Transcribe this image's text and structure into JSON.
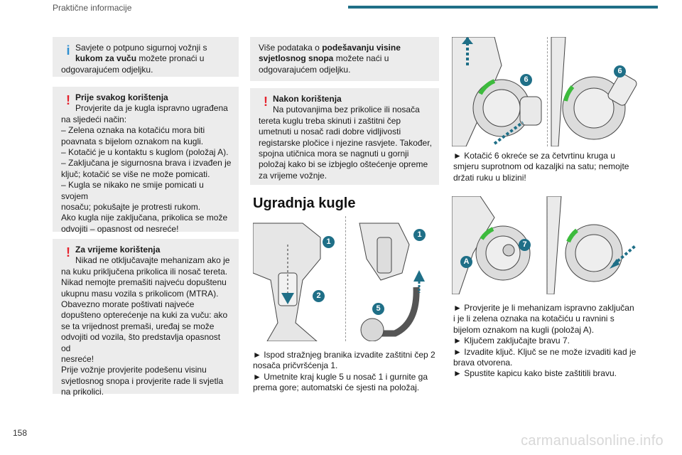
{
  "header": {
    "title": "Praktične informacije"
  },
  "page_number": "158",
  "watermark": "carmanualsonline.info",
  "col1": {
    "info_box": {
      "line1": "Savjete o potpuno sigurnoj vožnji s",
      "bold": "kukom za vuču",
      "line2": " možete pronaći u",
      "line3": "odgovarajućem odjeljku."
    },
    "warn1": {
      "title": "Prije svakog korištenja",
      "text": "Provjerite da je kugla ispravno ugrađena\nna sljedeći način:\n–  Zelena oznaka na kotačiću mora biti\npoavnata s bijelom oznakom na kugli.\n–  Kotačić je u kontaktu s kuglom (položaj A).\n–  Zaključana je sigurnosna brava i izvađen je\nključ; kotačić se više ne može pomicati.\n–  Kugla se nikako ne smije pomicati u svojem\nnosaču; pokušajte je protresti rukom.\nAko kugla nije zaključana, prikolica se može\nodvojiti – opasnost od nesreće!"
    },
    "warn2": {
      "title": "Za vrijeme korištenja",
      "text": "Nikad ne otključavajte mehanizam ako je\nna kuku priključena prikolica ili nosač tereta.\nNikad nemojte premašiti najveću dopuštenu\nukupnu masu vozila s prikolicom (MTRA).\nObavezno morate poštivati najveće\ndopušteno opterećenje na kuki za vuču: ako\nse ta vrijednost premaši, uređaj se može\nodvojiti od vozila, što predstavlja opasnost od\nnesreće!\nPrije vožnje provjerite podešenu visinu\nsvjetlosnog snopa i provjerite rade li svjetla\nna prikolici."
    }
  },
  "col2": {
    "info_box": {
      "line1": "Više podataka o ",
      "bold": "podešavanju visine\nsvjetlosnog snopa",
      "line2": " možete naći u\nodgovarajućem odjeljku."
    },
    "warn": {
      "title": "Nakon korištenja",
      "text": "Na putovanjima bez prikolice ili nosača\ntereta kuglu treba skinuti i zaštitni čep\numetnuti u nosač radi dobre vidljivosti\nregistarske pločice i njezine rasvjete. Također,\nspojna utičnica mora se nagnuti u gornji\npoložaj kako bi se izbjeglo oštećenje opreme\nza vrijeme vožnje."
    },
    "section_title": "Ugradnja kugle",
    "badges": [
      "1",
      "2",
      "1",
      "5"
    ],
    "steps": "►  Ispod stražnjeg branika izvadite zaštitni čep 2\nnosača pričvršćenja 1.\n►  Umetnite kraj kugle 5 u nosač 1 i gurnite ga\nprema gore; automatski će sjesti na položaj."
  },
  "col3": {
    "badges_top": [
      "6",
      "6"
    ],
    "step_top": "►  Kotačić 6 okreće se za četvrtinu kruga u\nsmjeru suprotnom od kazaljki na satu; nemojte\ndržati ruku u blizini!",
    "badges_bottom": [
      "7",
      "A"
    ],
    "steps_bottom": "►  Provjerite je li mehanizam ispravno zaključan\ni je li zelena oznaka na kotačiću u ravnini s\nbijelom oznakom na kugli (položaj A).\n►  Ključem zaključajte bravu 7.\n►  Izvadite ključ. Ključ se ne može izvaditi kad je\nbrava otvorena.\n►  Spustite kapicu kako biste zaštitili bravu."
  },
  "colors": {
    "accent": "#1f6f87",
    "info": "#2f8fd0",
    "warning": "#e5232e",
    "box_bg": "#ececec"
  }
}
